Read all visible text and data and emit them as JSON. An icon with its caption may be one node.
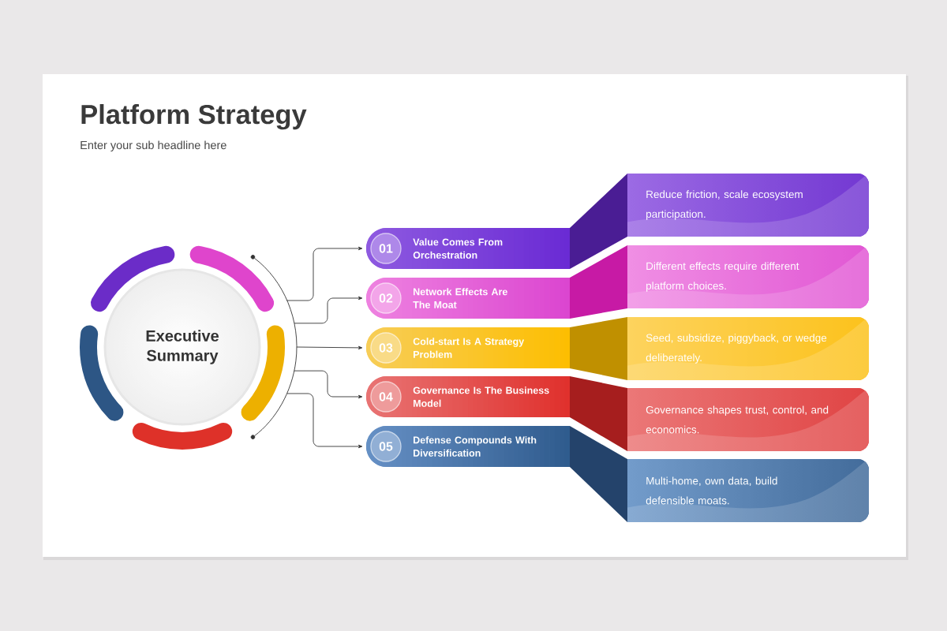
{
  "diagram": {
    "title": "Platform Strategy",
    "nodes": [
      {
        "text": [
          "Executive Summary"
        ]
      },
      {
        "text": [
          "Value Comes From Orchestration"
        ]
      },
      {
        "text": [
          "01"
        ],
        "in": 1
      },
      {
        "text": [
          "Reduce friction, scale ecosystem participation."
        ]
      },
      {
        "text": [
          "Network Effects Are The Moat"
        ]
      },
      {
        "text": [
          "02"
        ],
        "in": 4
      },
      {
        "text": [
          "Different effects require different platform choices."
        ]
      },
      {
        "text": [
          "Cold-start Is A Strategy Problem"
        ]
      },
      {
        "text": [
          "03"
        ],
        "in": 7
      },
      {
        "text": [
          "Seed, subsidize, piggyback, or wedge deliberately."
        ]
      },
      {
        "text": [
          "Governance Is The Business Model"
        ]
      },
      {
        "text": [
          "04"
        ],
        "in": 10
      },
      {
        "text": [
          "Governance shapes trust, control, and economics."
        ]
      },
      {
        "text": [
          "Defense Compounds With Diversification"
        ]
      },
      {
        "text": [
          "05"
        ],
        "in": 13
      },
      {
        "text": [
          "Multi-home, own data, build defensible moats."
        ]
      }
    ],
    "edges": [
      {
        "from": 0,
        "to": 1,
        "arrow": "to"
      },
      {
        "from": 0,
        "to": 4,
        "arrow": "to"
      },
      {
        "from": 0,
        "to": 7,
        "arrow": "to"
      },
      {
        "from": 0,
        "to": 10,
        "arrow": "to"
      },
      {
        "from": 0,
        "to": 13,
        "arrow": "to"
      },
      {
        "from": 1,
        "to": 3,
        "arrow": "none",
        "style": "thick",
        "color": "#4a1d94"
      },
      {
        "from": 4,
        "to": 6,
        "arrow": "none",
        "style": "thick",
        "color": "#c71aa5"
      },
      {
        "from": 7,
        "to": 9,
        "arrow": "none",
        "style": "thick",
        "color": "#c09000"
      },
      {
        "from": 10,
        "to": 12,
        "arrow": "none",
        "style": "thick",
        "color": "#a61e1e"
      },
      {
        "from": 13,
        "to": 15,
        "arrow": "none",
        "style": "thick",
        "color": "#24436b"
      }
    ],
    "labels": [
      "Enter your sub headline here"
    ]
  }
}
